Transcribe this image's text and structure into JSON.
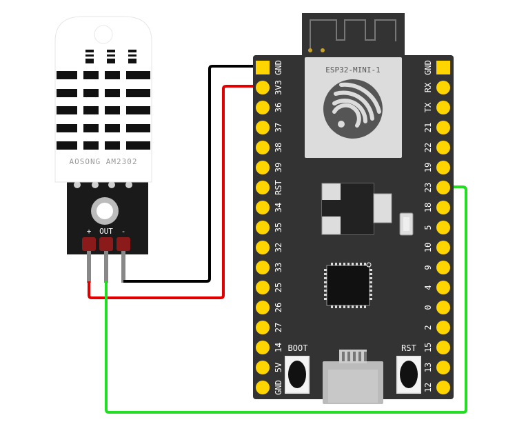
{
  "sensor": {
    "brand_label": "AOSONG AM2302",
    "pin_labels": [
      "+",
      "OUT",
      "-"
    ]
  },
  "board": {
    "module_label": "ESP32-MINI-1",
    "left_pins": [
      "GND",
      "3V3",
      "36",
      "37",
      "38",
      "39",
      "RST",
      "34",
      "35",
      "32",
      "33",
      "25",
      "26",
      "27",
      "14",
      "5V",
      "GND"
    ],
    "right_pins": [
      "GND",
      "RX",
      "TX",
      "21",
      "22",
      "19",
      "23",
      "18",
      "5",
      "10",
      "9",
      "4",
      "0",
      "2",
      "15",
      "13",
      "12"
    ],
    "boot_button_label": "BOOT",
    "reset_button_label": "RST"
  },
  "wires": [
    {
      "from": "sensor -",
      "to": "board GND",
      "color": "#000000"
    },
    {
      "from": "sensor +",
      "to": "board 3V3",
      "color": "#e00000"
    },
    {
      "from": "sensor OUT",
      "to": "board 23",
      "color": "#22dd22"
    }
  ],
  "colors": {
    "board": "#333333",
    "pin": "#ffd500",
    "sensor_body": "#ffffff",
    "sensor_pcb": "#1a1a1a",
    "header": "#8b1a1a"
  }
}
